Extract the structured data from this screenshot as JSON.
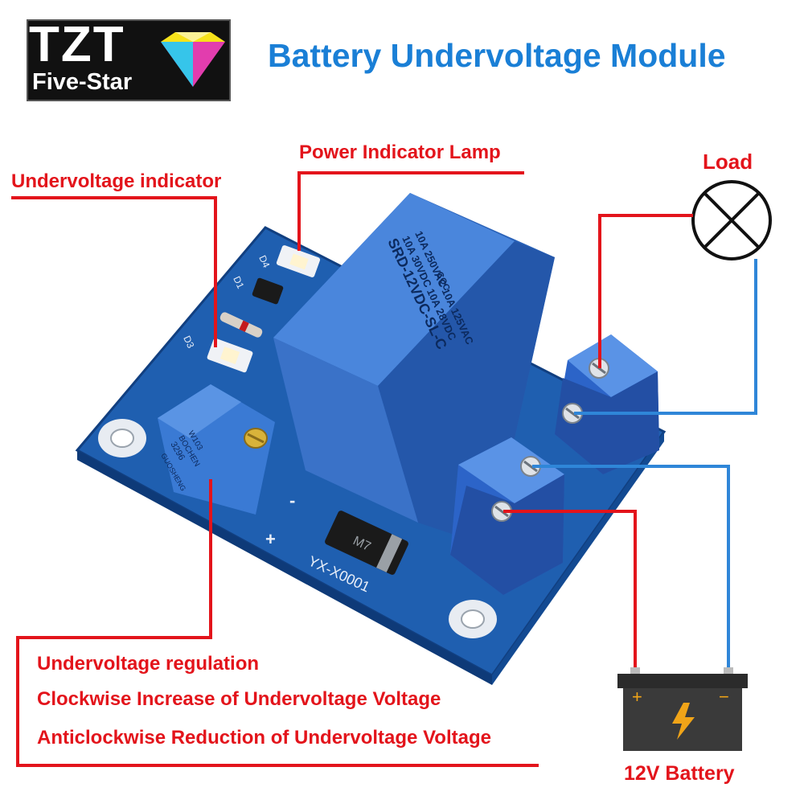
{
  "logo": {
    "brand": "TZT",
    "subtitle": "Five-Star",
    "icon": "diamond-icon"
  },
  "title": "Battery Undervoltage Module",
  "labels": {
    "power_indicator": "Power Indicator Lamp",
    "undervoltage_indicator": "Undervoltage indicator",
    "load": "Load",
    "battery": "12V Battery",
    "regulation": "Undervoltage regulation",
    "clockwise": "Clockwise Increase of Undervoltage Voltage",
    "anticlockwise": "Anticlockwise Reduction of Undervoltage Voltage"
  },
  "board": {
    "relay_model": "SRD-12VDC-SL-C",
    "relay_rating_1": "10A 250VAC 10A 125VAC",
    "relay_rating_2": "10A 30VDC 10A 28VDC",
    "relay_brand": "CQC",
    "board_id": "YX-X0001",
    "diode_mark": "M7",
    "led_d4": "D4",
    "led_d3": "D3",
    "diode_d1": "D1",
    "pot_brand": "BOCHEN",
    "pot_value": "3296",
    "pot_code": "W103",
    "pot_mfr": "GUOSHENG",
    "pin_plus": "+",
    "pin_minus": "-"
  },
  "battery": {
    "plus": "+",
    "minus": "−",
    "icon": "lightning-icon"
  },
  "colors": {
    "title_blue": "#1a7fd6",
    "label_red": "#e3141b",
    "wire_red": "#e3141b",
    "wire_blue": "#2f86d8",
    "board_blue": "#1f5fb0",
    "relay_blue": "#2e6cc6",
    "terminal_blue": "#2c64c8"
  }
}
